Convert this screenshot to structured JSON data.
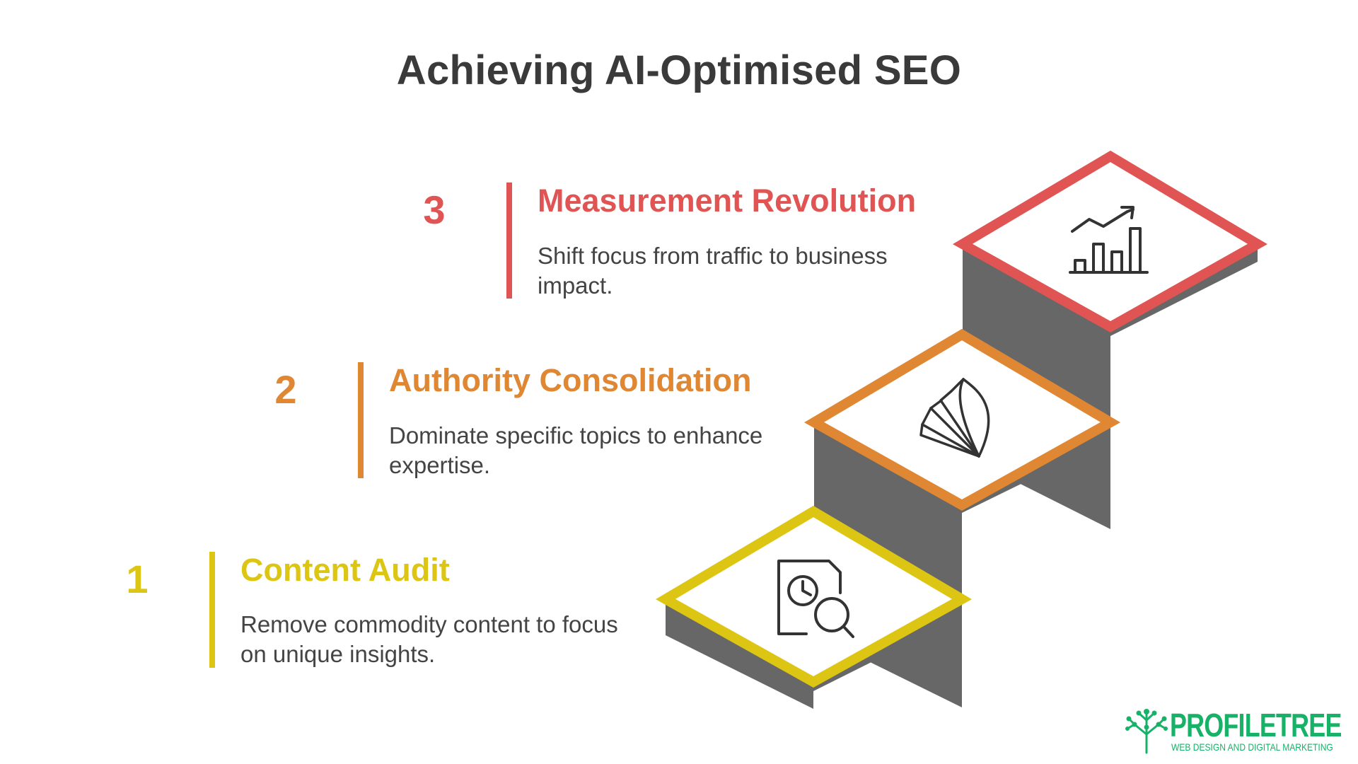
{
  "title": "Achieving AI-Optimised SEO",
  "steps": [
    {
      "number": "1",
      "title": "Content Audit",
      "description": "Remove commodity content to focus on unique insights.",
      "color": "#ddc613",
      "icon": "document-search-icon"
    },
    {
      "number": "2",
      "title": "Authority Consolidation",
      "description": "Dominate specific topics to enhance expertise.",
      "color": "#df8733",
      "icon": "book-pages-icon"
    },
    {
      "number": "3",
      "title": "Measurement Revolution",
      "description": "Shift focus from traffic to business impact.",
      "color": "#e05553",
      "icon": "bar-chart-growth-icon"
    }
  ],
  "colors": {
    "riser": "#676767",
    "title": "#3a3a3a",
    "logo": "#17b168"
  },
  "logo": {
    "name": "PROFILETREE",
    "tagline": "WEB DESIGN AND DIGITAL MARKETING",
    "icon": "tree-network-icon"
  }
}
